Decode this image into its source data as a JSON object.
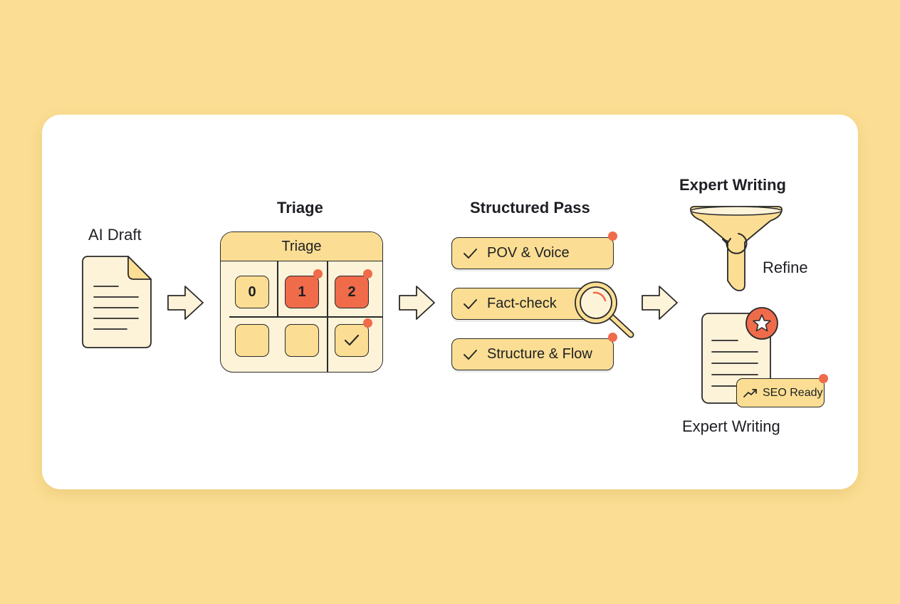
{
  "stages": {
    "ai_draft": {
      "label": "AI Draft"
    },
    "triage": {
      "title": "Triage",
      "panel_header": "Triage",
      "cells": [
        "0",
        "1",
        "2"
      ]
    },
    "structured_pass": {
      "title": "Structured Pass",
      "items": [
        "POV & Voice",
        "Fact-check",
        "Structure & Flow"
      ]
    },
    "expert_writing": {
      "title": "Expert Writing",
      "refine_label": "Refine",
      "badge": "SEO Ready",
      "caption": "Expert Writing"
    }
  },
  "colors": {
    "background": "#fbde93",
    "card": "#ffffff",
    "accent": "#ef6b4a",
    "fill_light": "#fdf3d9",
    "fill": "#fbde93",
    "stroke": "#2a2a2a"
  },
  "icons": [
    "document-icon",
    "arrow-right-icon",
    "check-icon",
    "magnifier-icon",
    "funnel-icon",
    "refresh-icon",
    "star-icon",
    "trend-up-icon"
  ]
}
